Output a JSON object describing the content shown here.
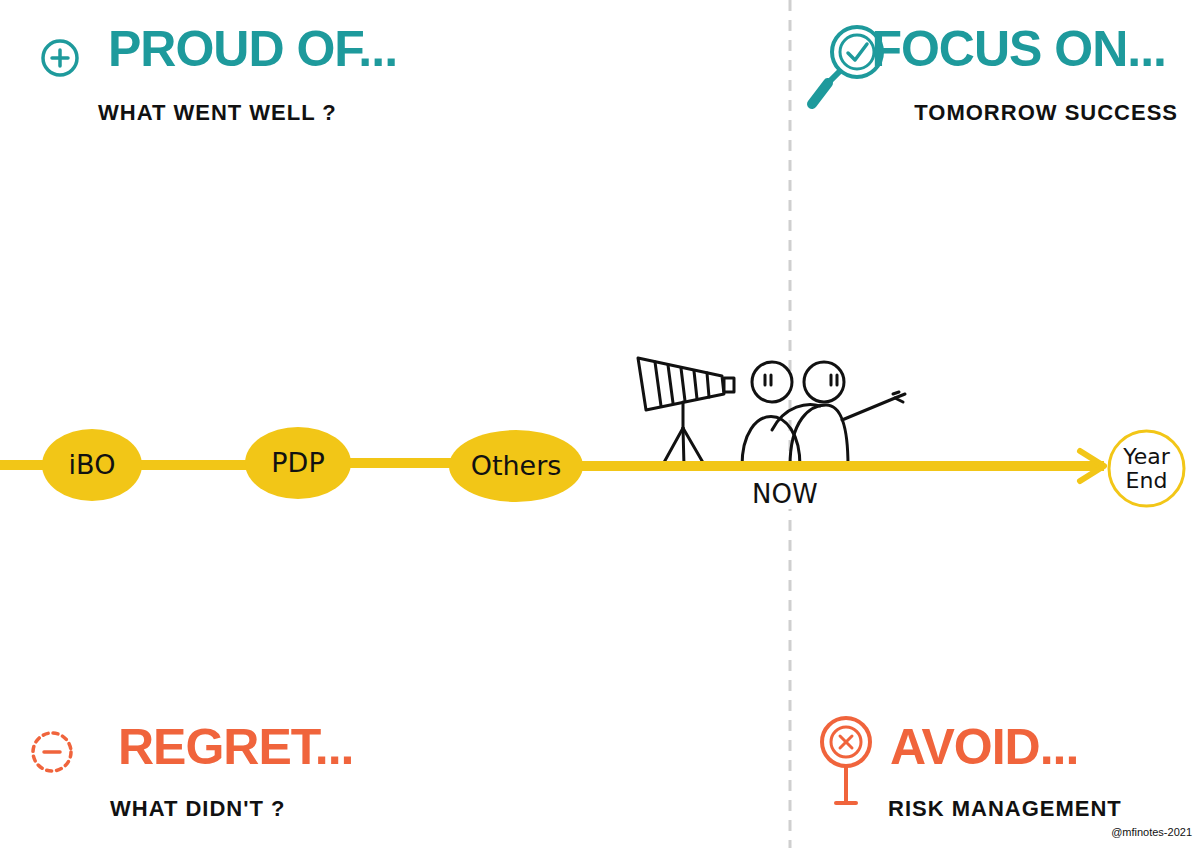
{
  "diagram": {
    "nodes": [
      {
        "text": [
          "iBO"
        ]
      },
      {
        "text": [
          "PDP"
        ]
      },
      {
        "text": [
          "Others"
        ]
      },
      {
        "text": [
          "Year End"
        ]
      }
    ],
    "edges": [
      {
        "from": 0,
        "to": 1,
        "arrow": "none"
      },
      {
        "from": 1,
        "to": 2,
        "arrow": "none"
      },
      {
        "from": 2,
        "to": 3,
        "arrow": "to"
      }
    ],
    "labels": [
      "PROUD OF...",
      "WHAT WENT WELL ?",
      "FOCUS ON...",
      "TOMORROW SUCCESS",
      "REGRET...",
      "WHAT DIDN'T ?",
      "AVOID...",
      "RISK MANAGEMENT",
      "NOW",
      "@mfinotes-2021"
    ]
  }
}
